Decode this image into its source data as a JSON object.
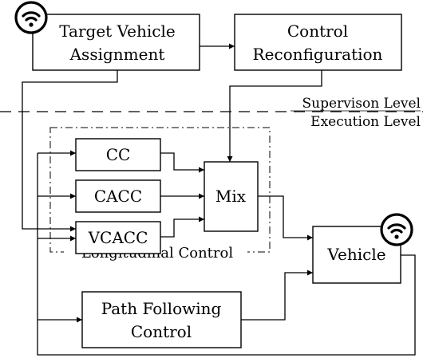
{
  "blocks": {
    "target_assignment": [
      "Target Vehicle",
      "Assignment"
    ],
    "control_reconfig": [
      "Control",
      "Reconfiguration"
    ],
    "cc": "CC",
    "cacc": "CACC",
    "vcacc": "VCACC",
    "mix": "Mix",
    "vehicle": "Vehicle",
    "path_following": [
      "Path Following",
      "Control"
    ]
  },
  "levels": {
    "supervision": "Supervison Level",
    "execution": "Execution Level"
  },
  "group": {
    "longitudinal": "Longitudinal Control"
  },
  "icons": [
    "wifi-icon",
    "wifi-icon"
  ]
}
